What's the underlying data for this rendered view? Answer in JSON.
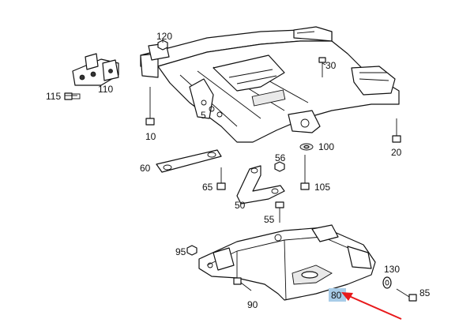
{
  "labels": {
    "p120": "120",
    "p30": "30",
    "p115": "115",
    "p110": "110",
    "p5": "5",
    "p10": "10",
    "p100": "100",
    "p20": "20",
    "p60": "60",
    "p56": "56",
    "p65": "65",
    "p105": "105",
    "p50": "50",
    "p55": "55",
    "p95": "95",
    "p130": "130",
    "p85": "85",
    "p90": "90",
    "p80": "80"
  },
  "highlight": {
    "part": "80",
    "color": "#a8cce8"
  },
  "arrow": {
    "color": "#e8191b"
  }
}
